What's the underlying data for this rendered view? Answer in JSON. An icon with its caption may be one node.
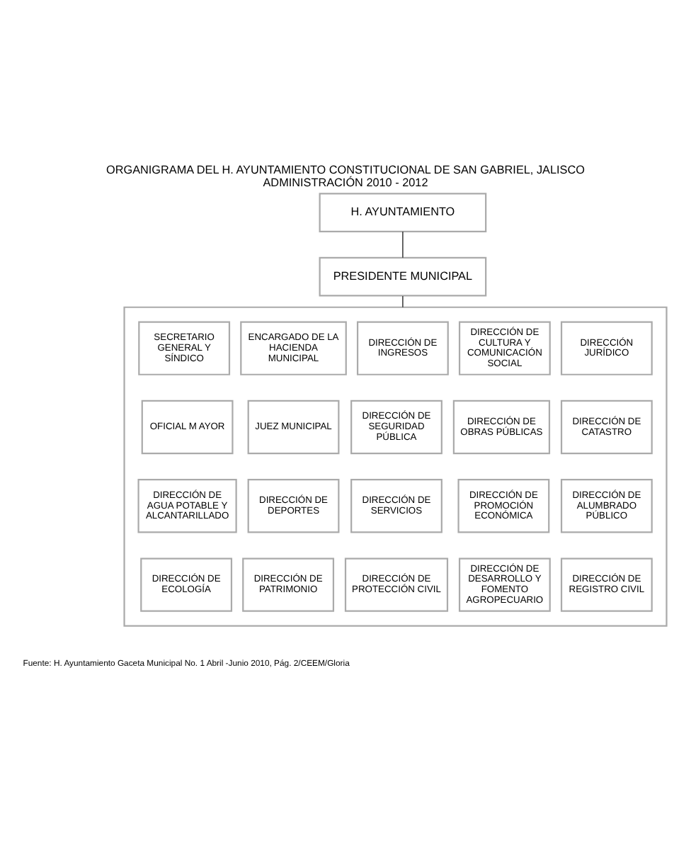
{
  "diagram": {
    "title": "ORGANIGRAMA DEL H. AYUNTAMIENTO CONSTITUCIONAL DE SAN GABRIEL, JALISCO ADMINISTRACIÓN 2010 - 2012",
    "caption": "Fuente: H. Ayuntamiento Gaceta Municipal No. 1 Abril -Junio 2010, Pág. 2/CEEM/Gloria",
    "nodes": [
      {
        "text": [
          "H. AYUNTAMIENTO"
        ]
      },
      {
        "text": [
          "PRESIDENTE MUNICIPAL"
        ]
      },
      {
        "text": [],
        "shape": "box"
      },
      {
        "text": [
          "SECRETARIO GENERAL Y SÍNDICO"
        ],
        "in": 2
      },
      {
        "text": [
          "ENCARGADO DE LA HACIENDA MUNICIPAL"
        ],
        "in": 2
      },
      {
        "text": [
          "DIRECCIÓN DE INGRESOS"
        ],
        "in": 2
      },
      {
        "text": [
          "DIRECCIÓN DE CULTURA Y COMUNICACIÓN SOCIAL"
        ],
        "in": 2
      },
      {
        "text": [
          "DIRECCIÓN JURÍDICO"
        ],
        "in": 2
      },
      {
        "text": [
          "OFICIAL M AYOR"
        ],
        "in": 2
      },
      {
        "text": [
          "JUEZ MUNICIPAL"
        ],
        "in": 2
      },
      {
        "text": [
          "DIRECCIÓN DE SEGURIDAD PÚBLICA"
        ],
        "in": 2
      },
      {
        "text": [
          "DIRECCIÓN DE OBRAS PÚBLICAS"
        ],
        "in": 2
      },
      {
        "text": [
          "DIRECCIÓN DE CATASTRO"
        ],
        "in": 2
      },
      {
        "text": [
          "DIRECCIÓN DE AGUA POTABLE Y ALCANTARILLADO"
        ],
        "in": 2
      },
      {
        "text": [
          "DIRECCIÓN DE DEPORTES"
        ],
        "in": 2
      },
      {
        "text": [
          "DIRECCIÓN DE SERVICIOS"
        ],
        "in": 2
      },
      {
        "text": [
          "DIRECCIÓN DE PROMOCIÓN ECONÓMICA"
        ],
        "in": 2
      },
      {
        "text": [
          "DIRECCIÓN DE ALUMBRADO PÚBLICO"
        ],
        "in": 2
      },
      {
        "text": [
          "DIRECCIÓN DE ECOLOGÍA"
        ],
        "in": 2
      },
      {
        "text": [
          "DIRECCIÓN DE PATRIMONIO"
        ],
        "in": 2
      },
      {
        "text": [
          "DIRECCIÓN DE PROTECCIÓN CIVIL"
        ],
        "in": 2
      },
      {
        "text": [
          "DIRECCIÓN DE DESARROLLO Y FOMENTO AGROPECUARIO"
        ],
        "in": 2
      },
      {
        "text": [
          "DIRECCIÓN DE REGISTRO CIVIL"
        ],
        "in": 2
      }
    ],
    "edges": [
      {
        "from": 0,
        "to": 1,
        "arrow": "none"
      },
      {
        "from": 1,
        "to": 2,
        "arrow": "none"
      }
    ]
  }
}
